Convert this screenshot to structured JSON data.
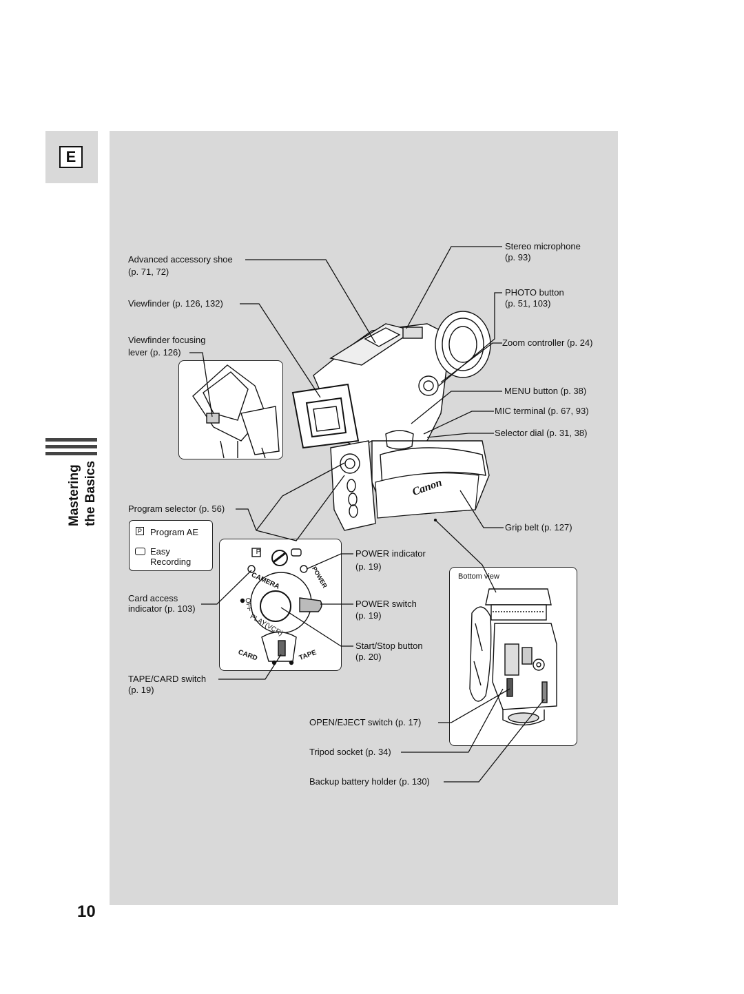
{
  "language_tab": "E",
  "section_title": [
    "Mastering",
    "the Basics"
  ],
  "page_number": "10",
  "callouts": {
    "accessory_shoe": "Advanced accessory shoe",
    "accessory_shoe_page": "(p. 71, 72)",
    "viewfinder": "Viewfinder (p. 126, 132)",
    "viewfinder_lever": "Viewfinder focusing",
    "viewfinder_lever_page": "lever (p. 126)",
    "stereo_mic": "Stereo microphone",
    "stereo_mic_page": "(p. 93)",
    "photo_button": "PHOTO button",
    "photo_button_page": "(p. 51, 103)",
    "zoom": "Zoom controller (p. 24)",
    "menu": "MENU button (p. 38)",
    "mic_terminal": "MIC terminal (p. 67, 93)",
    "selector_dial": "Selector dial (p. 31, 38)",
    "program_selector": "Program selector (p. 56)",
    "program_ae": "Program AE",
    "easy": "Easy",
    "recording": "Recording",
    "grip_belt": "Grip belt (p. 127)",
    "power_indicator": "POWER indicator",
    "power_indicator_page": "(p. 19)",
    "card_access": "Card access",
    "card_access_page": "indicator (p. 103)",
    "power_switch": "POWER switch",
    "power_switch_page": "(p. 19)",
    "start_stop": "Start/Stop button",
    "start_stop_page": "(p. 20)",
    "tape_card": "TAPE/CARD switch",
    "tape_card_page": "(p. 19)",
    "open_eject": "OPEN/EJECT  switch (p. 17)",
    "tripod": "Tripod socket (p. 34)",
    "backup_battery": "Backup battery holder (p. 130)",
    "bottom_view": "Bottom view"
  },
  "dial_labels": {
    "p_mark": "P",
    "camera": "CAMERA",
    "off": "OFF",
    "play": "PLAY(VCR)",
    "power": "POWER",
    "card": "CARD",
    "tape": "TAPE"
  },
  "brand": "Canon"
}
